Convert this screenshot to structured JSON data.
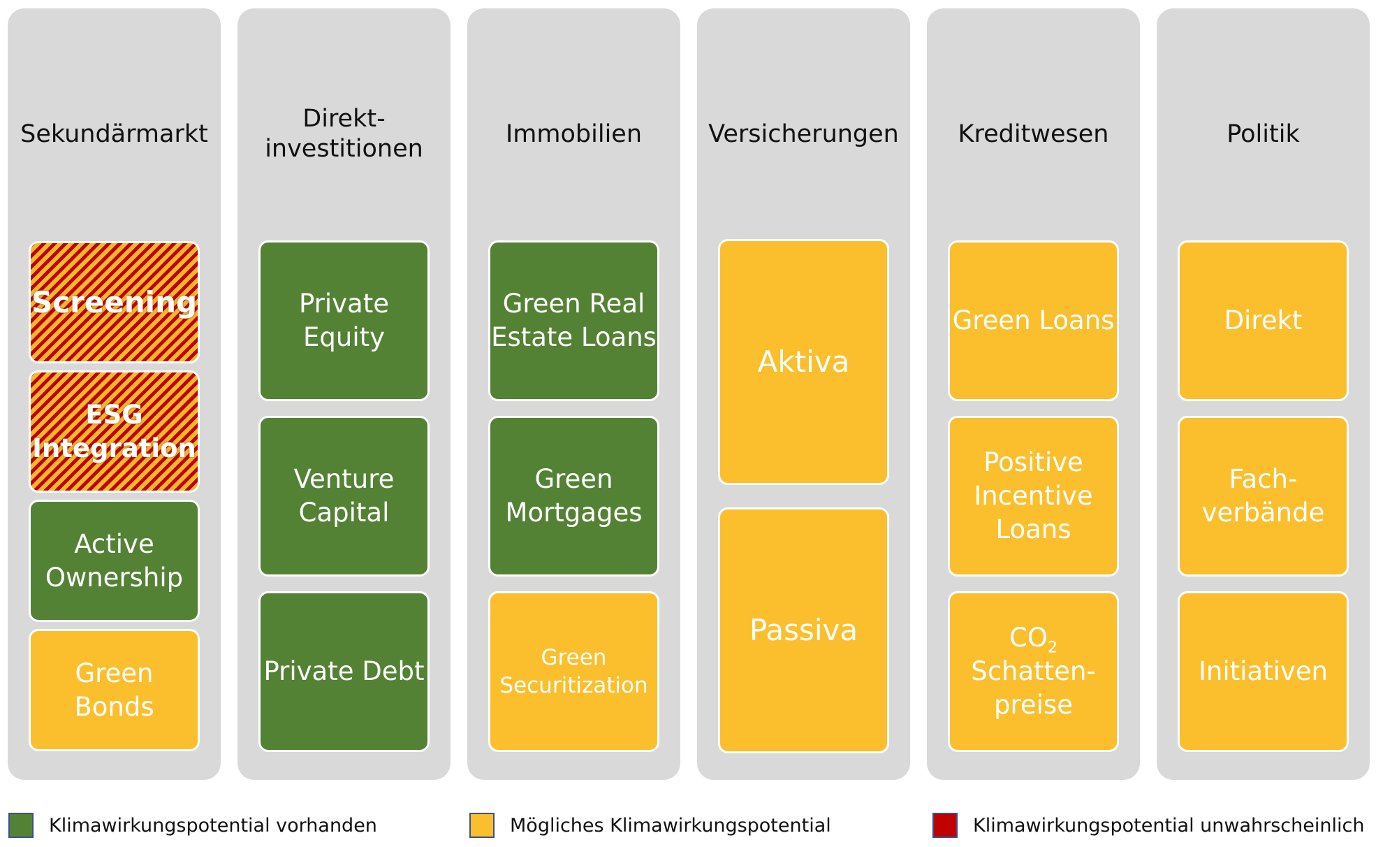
{
  "columns": [
    {
      "title": "Sekundärmarkt",
      "boxes": [
        {
          "label": "Screening",
          "status": "unlikely"
        },
        {
          "label": "ESG\nIntegration",
          "status": "unlikely"
        },
        {
          "label": "Active\nOwnership",
          "status": "present"
        },
        {
          "label": "Green\nBonds",
          "status": "possible"
        }
      ]
    },
    {
      "title": "Direkt-\ninvestitionen",
      "boxes": [
        {
          "label": "Private\nEquity",
          "status": "present"
        },
        {
          "label": "Venture\nCapital",
          "status": "present"
        },
        {
          "label": "Private Debt",
          "status": "present"
        }
      ]
    },
    {
      "title": "Immobilien",
      "boxes": [
        {
          "label": "Green Real\nEstate Loans",
          "status": "present"
        },
        {
          "label": "Green\nMortgages",
          "status": "present"
        },
        {
          "label": "Green\nSecuritization",
          "status": "possible"
        }
      ]
    },
    {
      "title": "Versicherungen",
      "boxes": [
        {
          "label": "Aktiva",
          "status": "possible"
        },
        {
          "label": "Passiva",
          "status": "possible"
        }
      ]
    },
    {
      "title": "Kreditwesen",
      "boxes": [
        {
          "label": "Green Loans",
          "status": "possible"
        },
        {
          "label": "Positive\nIncentive\nLoans",
          "status": "possible"
        },
        {
          "label_main": "CO",
          "label_sub": "2",
          "label_rest": "Schatten-\npreise",
          "status": "possible"
        }
      ]
    },
    {
      "title": "Politik",
      "boxes": [
        {
          "label": "Direkt",
          "status": "possible"
        },
        {
          "label": "Fach-\nverbände",
          "status": "possible"
        },
        {
          "label": "Initiativen",
          "status": "possible"
        }
      ]
    }
  ],
  "legend": [
    {
      "label": "Klimawirkungspotential vorhanden",
      "color": "#548235"
    },
    {
      "label": "Mögliches Klimawirkungspotential",
      "color": "#fbbf2e"
    },
    {
      "label": "Klimawirkungspotential unwahrscheinlich",
      "color": "#c00000"
    }
  ],
  "colors": {
    "present": "#548235",
    "possible": "#fbbf2e",
    "unlikely": "#c00000",
    "column_bg": "#d9d9d9"
  }
}
